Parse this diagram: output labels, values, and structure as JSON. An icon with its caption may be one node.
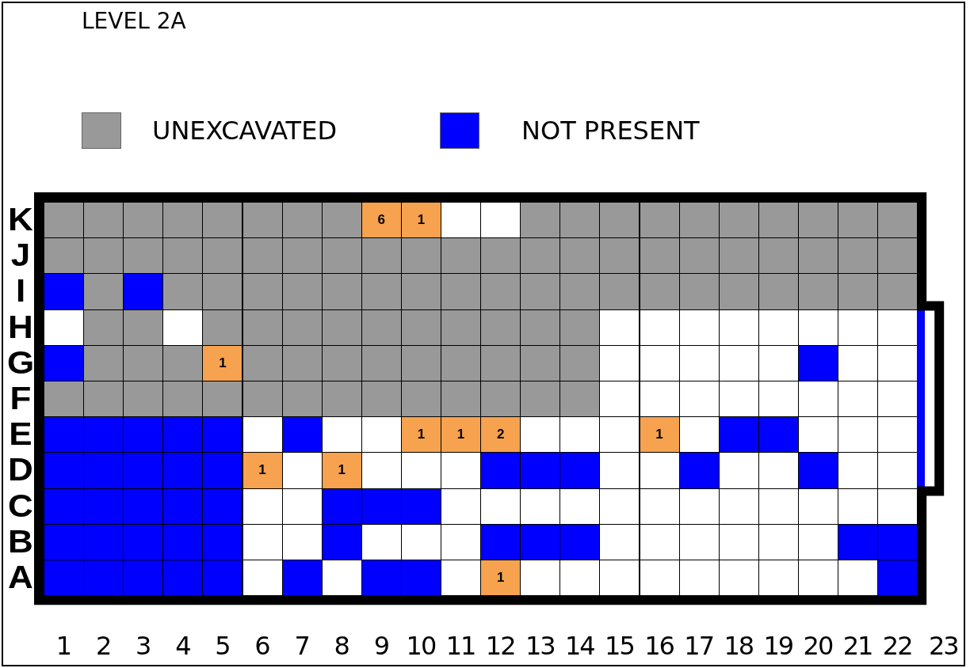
{
  "diagram": {
    "title": "LEVEL 2A",
    "labels": [
      "K",
      "6",
      "1",
      "J",
      "I",
      "H",
      "G",
      "1",
      "F",
      "E",
      "1",
      "1",
      "2",
      "1",
      "D",
      "1",
      "1",
      "C",
      "B",
      "A",
      "1",
      "1",
      "2",
      "3",
      "4",
      "5",
      "6",
      "7",
      "8",
      "9",
      "10",
      "11",
      "12",
      "13",
      "14",
      "15",
      "16",
      "17",
      "18",
      "19",
      "20",
      "21",
      "22",
      "23"
    ],
    "legend": [
      {
        "text": "UNEXCAVATED",
        "color": "#999999"
      },
      {
        "text": "NOT PRESENT",
        "color": "#0000ff"
      }
    ]
  }
}
